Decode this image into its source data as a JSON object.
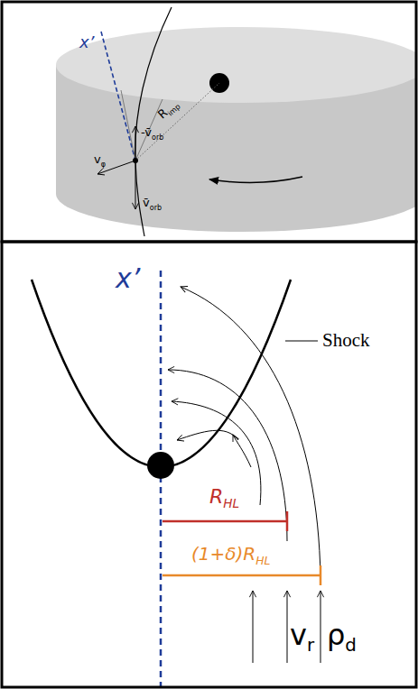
{
  "diagram": {
    "labels": [
      "x’",
      "R",
      "imp",
      "-v̄",
      "orb",
      "v",
      "φ",
      "v̄",
      "orb",
      "x’",
      "Shock",
      "R",
      "HL",
      "(1+δ)R",
      "HL",
      "v",
      "r",
      "ρ",
      "d"
    ]
  }
}
